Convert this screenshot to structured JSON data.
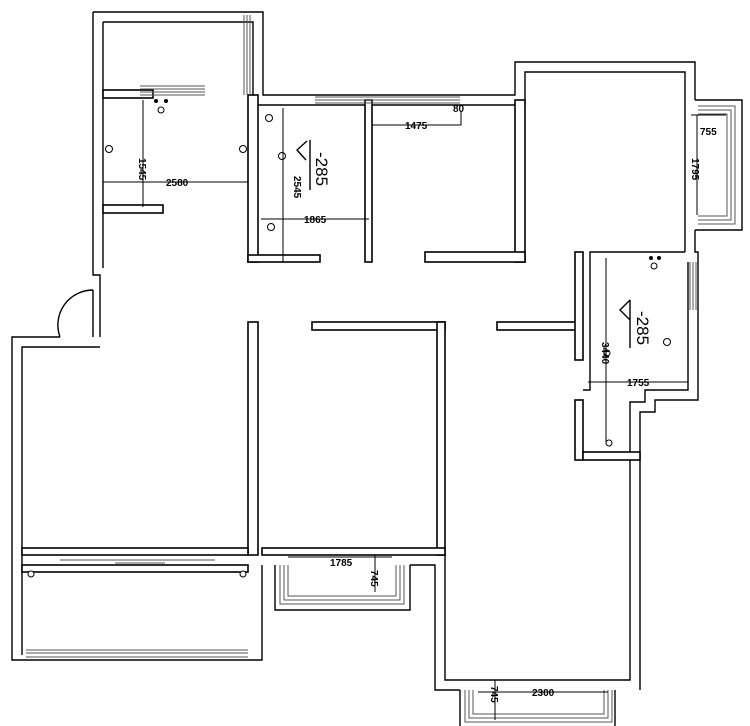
{
  "plan": {
    "dimensions": {
      "bath1_height": "1545",
      "bath1_width": "2580",
      "bedroom2_window": "1475",
      "small_mark": "80",
      "bath2_height": "2545",
      "bath2_width": "1865",
      "balcony_right_depth": "755",
      "balcony_right_length": "1795",
      "kitchen_height": "3440",
      "kitchen_width": "1755",
      "balcony_mid_length": "1785",
      "balcony_mid_depth": "745",
      "balcony_bottom_depth": "745",
      "balcony_bottom_length": "2300"
    },
    "levels": {
      "bath2_level": "-285",
      "kitchen_level": "-285"
    }
  }
}
